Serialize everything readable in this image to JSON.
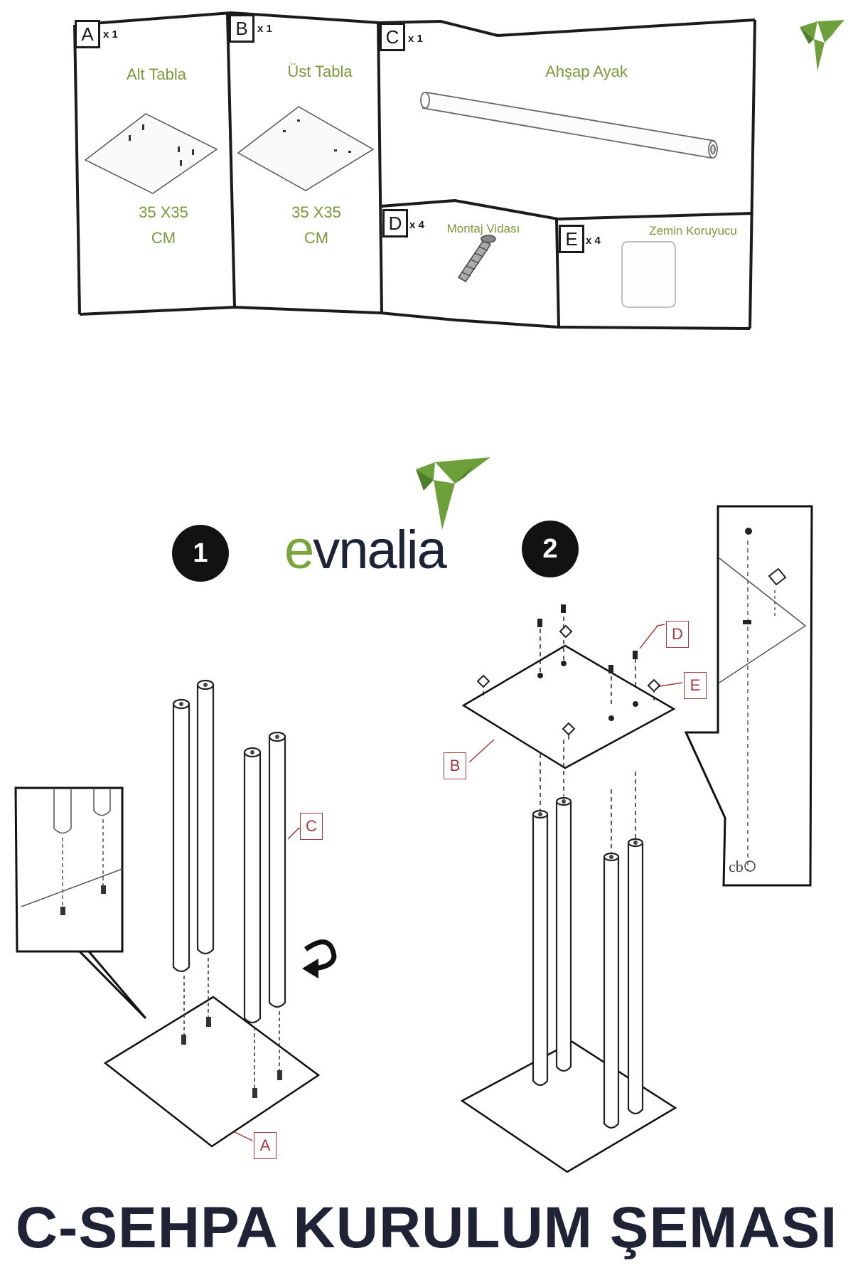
{
  "parts": [
    {
      "letter": "A",
      "qty": "x 1",
      "name": "Alt Tabla",
      "size_line1": "35 X35",
      "size_line2": "CM"
    },
    {
      "letter": "B",
      "qty": "x 1",
      "name": "Üst Tabla",
      "size_line1": "35 X35",
      "size_line2": "CM"
    },
    {
      "letter": "C",
      "qty": "x 1",
      "name": "Ahşap Ayak"
    },
    {
      "letter": "D",
      "qty": "x 4",
      "name": "Montaj Vidası"
    },
    {
      "letter": "E",
      "qty": "x 4",
      "name": "Zemin Koruyucu"
    }
  ],
  "brand": {
    "first": "e",
    "rest": "vnalia",
    "accent": "#7aa53a",
    "dark": "#1d2336"
  },
  "steps": [
    "1",
    "2"
  ],
  "callouts": {
    "A": "A",
    "B": "B",
    "C": "C",
    "D": "D",
    "E": "E"
  },
  "title": "C-SEHPA KURULUM ŞEMASI",
  "icons": [
    "origami-bird-logo-icon",
    "rotate-arrow-icon",
    "screw-icon"
  ]
}
